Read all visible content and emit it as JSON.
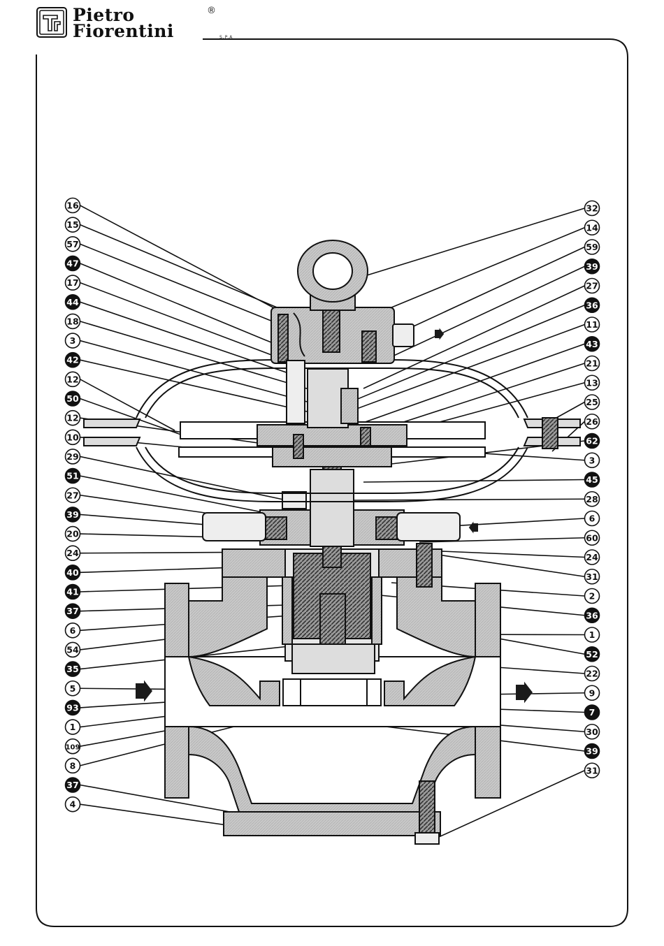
{
  "brand": {
    "name_line1": "Pietro",
    "name_line2": "Fiorentini",
    "suffix": "S.P.A",
    "registered": "®"
  },
  "arrows": {
    "color": "#1a1a1a"
  },
  "callouts": {
    "left": [
      {
        "label": "16",
        "filled": false
      },
      {
        "label": "15",
        "filled": false
      },
      {
        "label": "57",
        "filled": false
      },
      {
        "label": "47",
        "filled": true
      },
      {
        "label": "17",
        "filled": false
      },
      {
        "label": "44",
        "filled": true
      },
      {
        "label": "18",
        "filled": false
      },
      {
        "label": "3",
        "filled": false
      },
      {
        "label": "42",
        "filled": true
      },
      {
        "label": "12",
        "filled": false
      },
      {
        "label": "50",
        "filled": true
      },
      {
        "label": "12",
        "filled": false
      },
      {
        "label": "10",
        "filled": false
      },
      {
        "label": "29",
        "filled": false
      },
      {
        "label": "51",
        "filled": true
      },
      {
        "label": "27",
        "filled": false
      },
      {
        "label": "39",
        "filled": true
      },
      {
        "label": "20",
        "filled": false
      },
      {
        "label": "24",
        "filled": false
      },
      {
        "label": "40",
        "filled": true
      },
      {
        "label": "41",
        "filled": true
      },
      {
        "label": "37",
        "filled": true
      },
      {
        "label": "6",
        "filled": false
      },
      {
        "label": "54",
        "filled": false
      },
      {
        "label": "35",
        "filled": true
      },
      {
        "label": "5",
        "filled": false
      },
      {
        "label": "93",
        "filled": true
      },
      {
        "label": "1",
        "filled": false
      },
      {
        "label": "109",
        "filled": false
      },
      {
        "label": "8",
        "filled": false
      },
      {
        "label": "37",
        "filled": true
      },
      {
        "label": "4",
        "filled": false
      }
    ],
    "right": [
      {
        "label": "32",
        "filled": false
      },
      {
        "label": "14",
        "filled": false
      },
      {
        "label": "59",
        "filled": false
      },
      {
        "label": "39",
        "filled": true
      },
      {
        "label": "27",
        "filled": false
      },
      {
        "label": "36",
        "filled": true
      },
      {
        "label": "11",
        "filled": false
      },
      {
        "label": "43",
        "filled": true
      },
      {
        "label": "21",
        "filled": false
      },
      {
        "label": "13",
        "filled": false
      },
      {
        "label": "25",
        "filled": false
      },
      {
        "label": "26",
        "filled": false
      },
      {
        "label": "62",
        "filled": true
      },
      {
        "label": "3",
        "filled": false
      },
      {
        "label": "45",
        "filled": true
      },
      {
        "label": "28",
        "filled": false
      },
      {
        "label": "6",
        "filled": false
      },
      {
        "label": "60",
        "filled": false
      },
      {
        "label": "24",
        "filled": false
      },
      {
        "label": "31",
        "filled": false
      },
      {
        "label": "2",
        "filled": false
      },
      {
        "label": "36",
        "filled": true
      },
      {
        "label": "1",
        "filled": false
      },
      {
        "label": "52",
        "filled": true
      },
      {
        "label": "22",
        "filled": false
      },
      {
        "label": "9",
        "filled": false
      },
      {
        "label": "7",
        "filled": true
      },
      {
        "label": "30",
        "filled": false
      },
      {
        "label": "39",
        "filled": true
      },
      {
        "label": "31",
        "filled": false
      }
    ]
  }
}
